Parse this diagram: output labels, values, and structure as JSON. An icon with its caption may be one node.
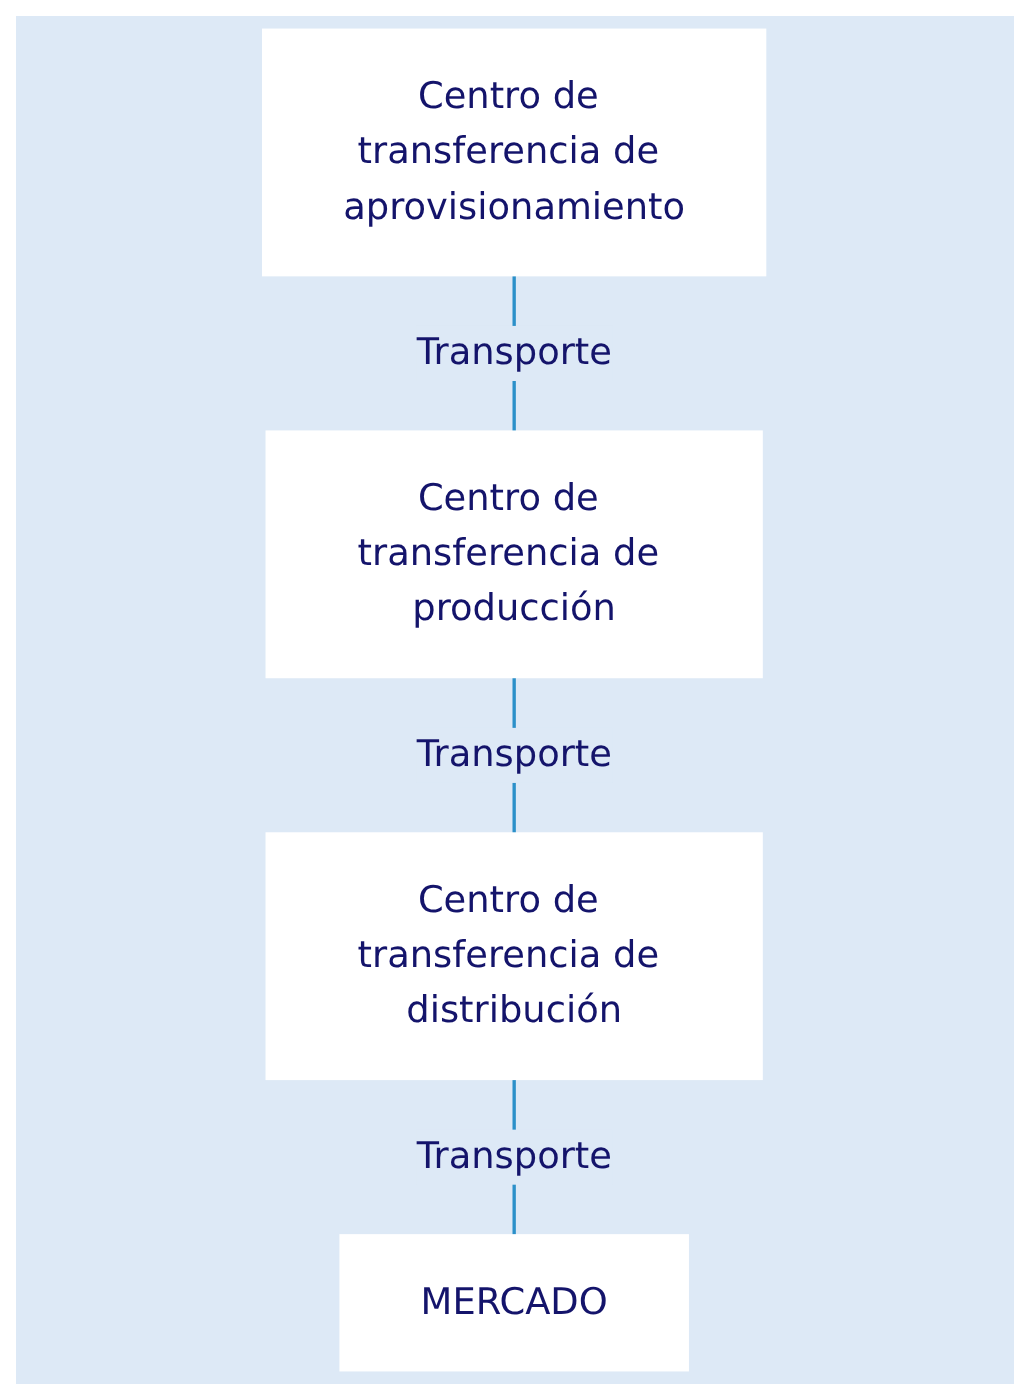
{
  "diagram": {
    "nodes": [
      {
        "text": [
          "Centro de transferencia de aprovisionamiento"
        ]
      },
      {
        "text": [
          "Centro de transferencia de producción"
        ]
      },
      {
        "text": [
          "Centro de transferencia de distribución"
        ]
      },
      {
        "text": [
          "MERCADO"
        ]
      }
    ],
    "edges": [
      {
        "from": 0,
        "to": 1,
        "arrow": "none",
        "label": "Transporte"
      },
      {
        "from": 1,
        "to": 2,
        "arrow": "none",
        "label": "Transporte"
      },
      {
        "from": 2,
        "to": 3,
        "arrow": "none",
        "label": "Transporte"
      }
    ]
  }
}
